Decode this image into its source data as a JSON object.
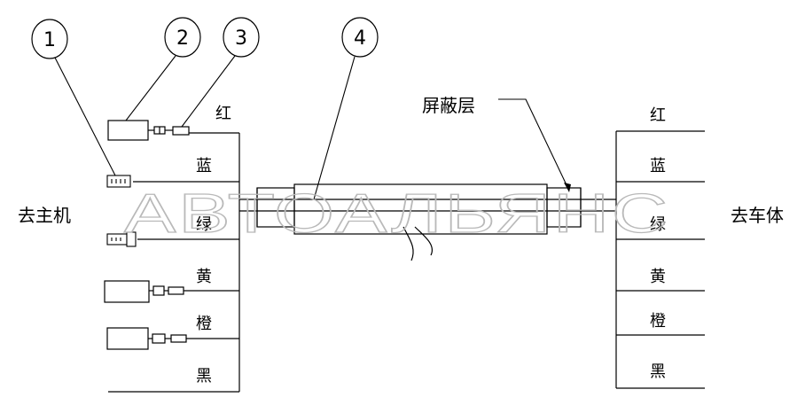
{
  "callouts": [
    "1",
    "2",
    "3",
    "4"
  ],
  "left_label": "去主机",
  "right_label": "去车体",
  "shield_label": "屏蔽层",
  "left_wires": [
    "红",
    "蓝",
    "绿",
    "黄",
    "橙",
    "黑"
  ],
  "right_wires": [
    "红",
    "蓝",
    "绿",
    "黄",
    "橙",
    "黑"
  ],
  "watermark": "АВТОАЛЬЯНС",
  "line_color": "#000000",
  "watermark_color": "#b9b9b9"
}
